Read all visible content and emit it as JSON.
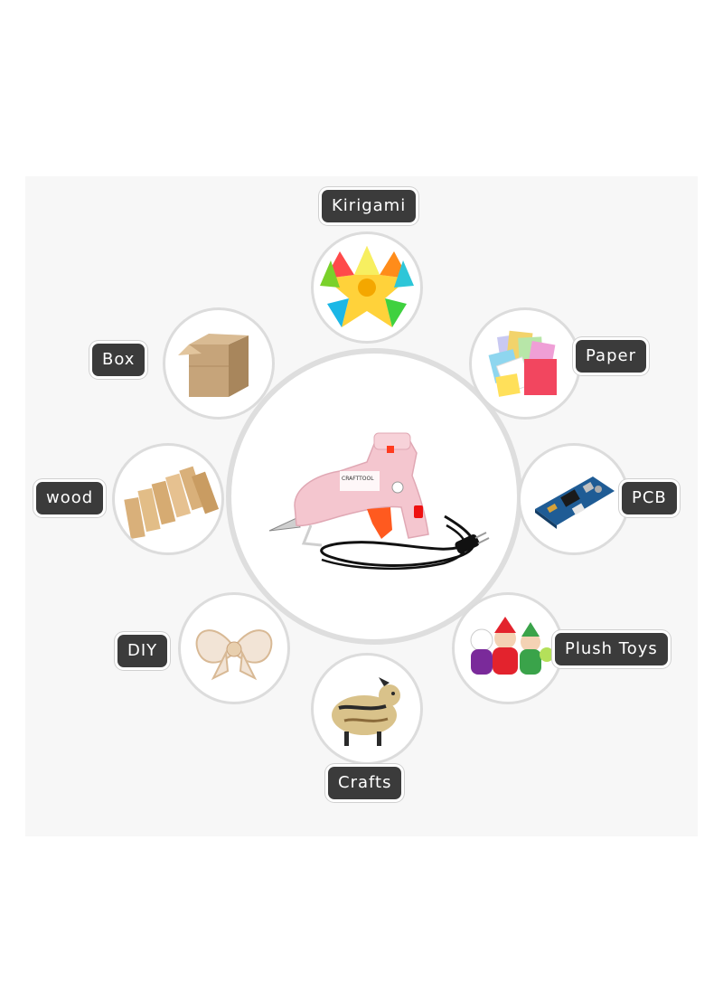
{
  "materials": {
    "kirigami": "Kirigami",
    "box": "Box",
    "paper": "Paper",
    "wood": "wood",
    "pcb": "PCB",
    "diy": "DIY",
    "plush_toys": "Plush Toys",
    "crafts": "Crafts"
  },
  "product": {
    "label_text": "CRAFTTOOL"
  },
  "colors": {
    "label_bg": "#3b3b3b",
    "gun_body": "#f4c6cf",
    "trigger": "#ff5a1f",
    "ring": "#dedede"
  }
}
